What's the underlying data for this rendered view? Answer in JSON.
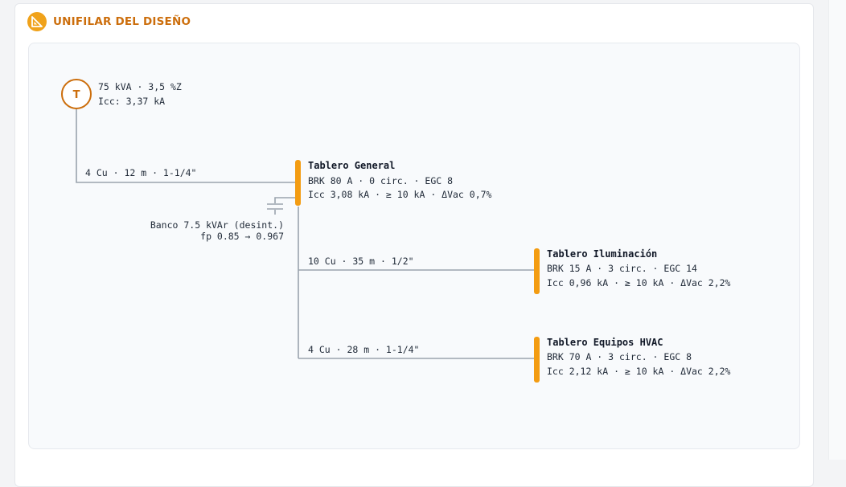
{
  "header": {
    "title": "UNIFILAR DEL DISEÑO",
    "icon": "set-square-icon",
    "accent_color": "#f0a21a",
    "title_color": "#cc6e0c"
  },
  "transformer": {
    "symbol": "T",
    "rating": "75 kVA · 3,5 %Z",
    "icc": "Icc: 3,37 kA"
  },
  "feeders": {
    "main": "4 Cu · 12 m · 1-1/4\"",
    "lighting": "10 Cu · 35 m · 1/2\"",
    "hvac": "4 Cu · 28 m · 1-1/4\""
  },
  "capacitor": {
    "label": "Banco 7.5 kVAr (desint.)",
    "pf": "fp 0.85 → 0.967"
  },
  "panels": [
    {
      "name": "Tablero General",
      "breaker": "BRK 80 A · 0 circ. · EGC 8",
      "fault": "Icc 3,08 kA · ≥ 10 kA · ΔVac 0,7%"
    },
    {
      "name": "Tablero Iluminación",
      "breaker": "BRK 15 A · 3 circ. · EGC 14",
      "fault": "Icc 0,96 kA · ≥ 10 kA · ΔVac 2,2%"
    },
    {
      "name": "Tablero Equipos HVAC",
      "breaker": "BRK 70 A · 3 circ. · EGC 8",
      "fault": "Icc 2,12 kA · ≥ 10 kA · ΔVac 2,2%"
    }
  ],
  "colors": {
    "line": "#9aa3ad",
    "busbar": "#f39c12",
    "transformer_stroke": "#cc6e0c"
  }
}
